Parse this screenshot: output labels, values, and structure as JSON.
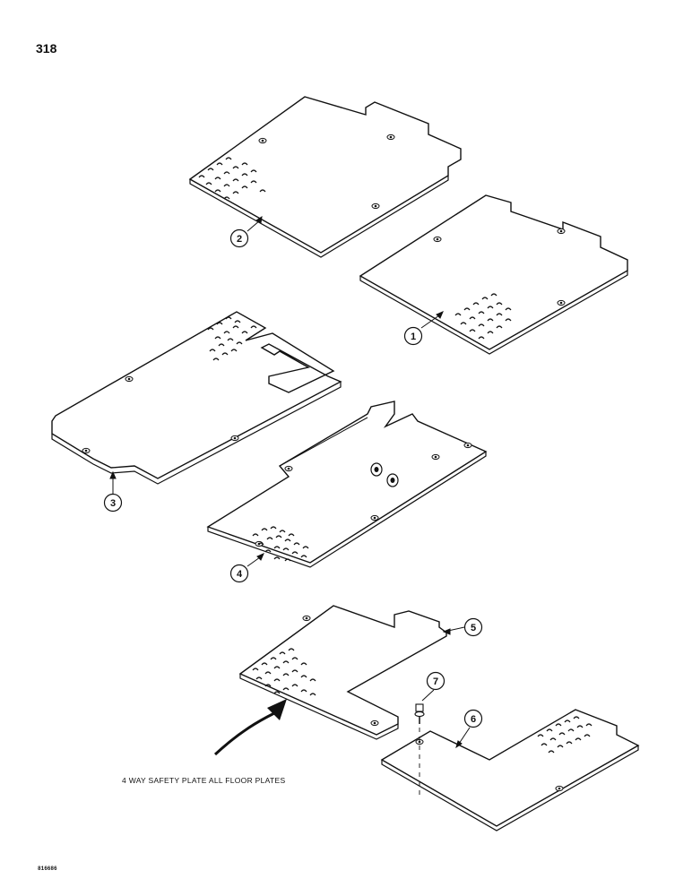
{
  "page": {
    "number": "318",
    "figure_code": "816686"
  },
  "caption": "4 WAY SAFETY PLATE ALL FLOOR PLATES",
  "callouts": [
    {
      "id": "1",
      "label": "1"
    },
    {
      "id": "2",
      "label": "2"
    },
    {
      "id": "3",
      "label": "3"
    },
    {
      "id": "4",
      "label": "4"
    },
    {
      "id": "5",
      "label": "5"
    },
    {
      "id": "6",
      "label": "6"
    },
    {
      "id": "7",
      "label": "7"
    }
  ],
  "colors": {
    "ink": "#111111",
    "paper": "#ffffff"
  }
}
